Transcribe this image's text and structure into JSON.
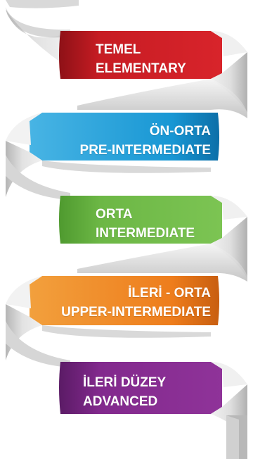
{
  "levels": [
    {
      "turkish": "TEMEL",
      "english": "ELEMENTARY",
      "color": "#cc1c24",
      "align": "left"
    },
    {
      "turkish": "ÖN-ORTA",
      "english": "PRE-INTERMEDIATE",
      "color": "#1897d4",
      "align": "right"
    },
    {
      "turkish": "ORTA",
      "english": "INTERMEDIATE",
      "color": "#6cb745",
      "align": "left"
    },
    {
      "turkish": "İLERİ - ORTA",
      "english": "UPPER-INTERMEDIATE",
      "color": "#ee7d1c",
      "align": "right"
    },
    {
      "turkish": "İLERİ DÜZEY",
      "english": "ADVANCED",
      "color": "#82298d",
      "align": "left"
    }
  ],
  "ribbon": {
    "fold_color": "#c9c9c9",
    "fold_shadow_color": "#8c8c8c"
  }
}
